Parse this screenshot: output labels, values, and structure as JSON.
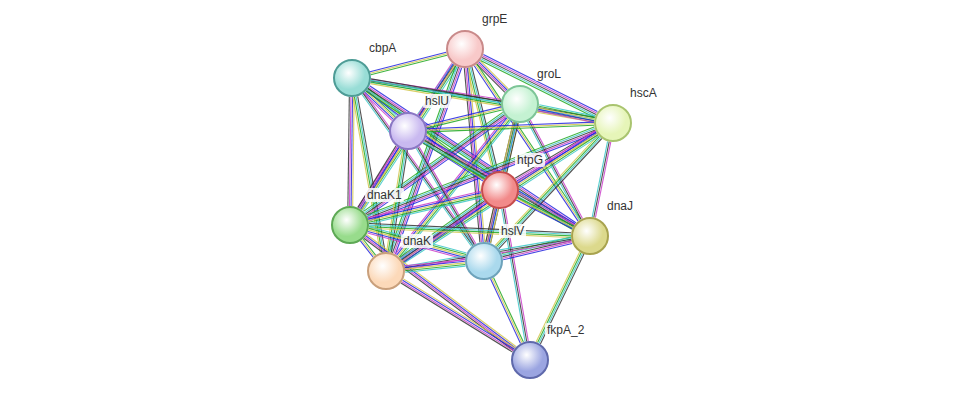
{
  "diagram": {
    "nodes": [
      {
        "text": [
          "grpE"
        ]
      },
      {
        "text": [
          "cbpA"
        ]
      },
      {
        "text": [
          "groL"
        ]
      },
      {
        "text": [
          "hscA"
        ]
      },
      {
        "text": [
          "hslU"
        ]
      },
      {
        "text": [
          "htpG"
        ]
      },
      {
        "text": [
          "dnaK1"
        ]
      },
      {
        "text": [
          "dnaJ"
        ]
      },
      {
        "text": [
          "hslV"
        ]
      },
      {
        "text": [
          "dnaK"
        ]
      },
      {
        "text": [
          "fkpA_2"
        ]
      }
    ],
    "edges": [
      {
        "from": 0,
        "to": 1,
        "arrow": "none"
      },
      {
        "from": 0,
        "to": 2,
        "arrow": "none"
      },
      {
        "from": 0,
        "to": 3,
        "arrow": "none"
      },
      {
        "from": 0,
        "to": 4,
        "arrow": "none"
      },
      {
        "from": 0,
        "to": 5,
        "arrow": "none"
      },
      {
        "from": 0,
        "to": 6,
        "arrow": "none"
      },
      {
        "from": 0,
        "to": 7,
        "arrow": "none"
      },
      {
        "from": 0,
        "to": 8,
        "arrow": "none"
      },
      {
        "from": 0,
        "to": 9,
        "arrow": "none"
      },
      {
        "from": 1,
        "to": 2,
        "arrow": "none"
      },
      {
        "from": 1,
        "to": 3,
        "arrow": "none"
      },
      {
        "from": 1,
        "to": 4,
        "arrow": "none"
      },
      {
        "from": 1,
        "to": 5,
        "arrow": "none"
      },
      {
        "from": 1,
        "to": 6,
        "arrow": "none"
      },
      {
        "from": 1,
        "to": 7,
        "arrow": "none"
      },
      {
        "from": 1,
        "to": 8,
        "arrow": "none"
      },
      {
        "from": 1,
        "to": 9,
        "arrow": "none"
      },
      {
        "from": 2,
        "to": 3,
        "arrow": "none"
      },
      {
        "from": 2,
        "to": 4,
        "arrow": "none"
      },
      {
        "from": 2,
        "to": 5,
        "arrow": "none"
      },
      {
        "from": 2,
        "to": 6,
        "arrow": "none"
      },
      {
        "from": 2,
        "to": 7,
        "arrow": "none"
      },
      {
        "from": 2,
        "to": 8,
        "arrow": "none"
      },
      {
        "from": 2,
        "to": 9,
        "arrow": "none"
      },
      {
        "from": 3,
        "to": 4,
        "arrow": "none"
      },
      {
        "from": 3,
        "to": 5,
        "arrow": "none"
      },
      {
        "from": 3,
        "to": 6,
        "arrow": "none"
      },
      {
        "from": 3,
        "to": 7,
        "arrow": "none"
      },
      {
        "from": 3,
        "to": 8,
        "arrow": "none"
      },
      {
        "from": 3,
        "to": 9,
        "arrow": "none"
      },
      {
        "from": 4,
        "to": 5,
        "arrow": "none"
      },
      {
        "from": 4,
        "to": 6,
        "arrow": "none"
      },
      {
        "from": 4,
        "to": 7,
        "arrow": "none"
      },
      {
        "from": 4,
        "to": 8,
        "arrow": "none"
      },
      {
        "from": 4,
        "to": 9,
        "arrow": "none"
      },
      {
        "from": 5,
        "to": 6,
        "arrow": "none"
      },
      {
        "from": 5,
        "to": 7,
        "arrow": "none"
      },
      {
        "from": 5,
        "to": 8,
        "arrow": "none"
      },
      {
        "from": 5,
        "to": 9,
        "arrow": "none"
      },
      {
        "from": 5,
        "to": 10,
        "arrow": "none"
      },
      {
        "from": 6,
        "to": 7,
        "arrow": "none"
      },
      {
        "from": 6,
        "to": 8,
        "arrow": "none"
      },
      {
        "from": 6,
        "to": 9,
        "arrow": "none"
      },
      {
        "from": 6,
        "to": 10,
        "arrow": "none"
      },
      {
        "from": 7,
        "to": 8,
        "arrow": "none"
      },
      {
        "from": 7,
        "to": 9,
        "arrow": "none"
      },
      {
        "from": 7,
        "to": 10,
        "arrow": "none"
      },
      {
        "from": 8,
        "to": 9,
        "arrow": "none"
      },
      {
        "from": 8,
        "to": 10,
        "arrow": "none"
      },
      {
        "from": 9,
        "to": 10,
        "arrow": "none"
      }
    ]
  }
}
